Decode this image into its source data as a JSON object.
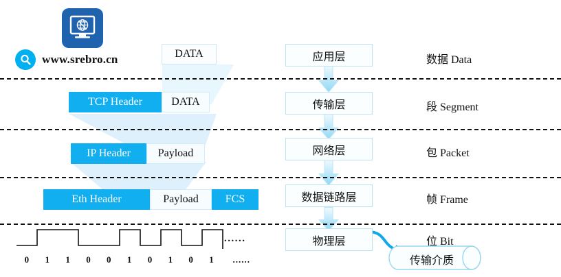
{
  "brand": {
    "site": "www.srebro.cn",
    "logo_icon": "monitor-globe-icon",
    "search_icon": "magnifier-icon",
    "logo_color": "#1f62ad",
    "accent_color": "#00b0f0"
  },
  "colors": {
    "header_fill": "#11aff0",
    "payload_fill": "#f7fcff",
    "box_border": "#bfe2f3",
    "funnel": "#d9eefb",
    "separator": "#111111"
  },
  "pdu_rows": [
    {
      "name": "application-data",
      "segments": [
        {
          "label": "DATA",
          "kind": "plain",
          "width": 80
        }
      ]
    },
    {
      "name": "transport-segment",
      "segments": [
        {
          "label": "TCP Header",
          "kind": "header",
          "width": 135
        },
        {
          "label": "DATA",
          "kind": "payload",
          "width": 70
        }
      ]
    },
    {
      "name": "network-packet",
      "segments": [
        {
          "label": "IP Header",
          "kind": "header",
          "width": 110
        },
        {
          "label": "Payload",
          "kind": "payload",
          "width": 85
        }
      ]
    },
    {
      "name": "datalink-frame",
      "segments": [
        {
          "label": "Eth Header",
          "kind": "header",
          "width": 155
        },
        {
          "label": "Payload",
          "kind": "payload",
          "width": 90
        },
        {
          "label": "FCS",
          "kind": "header",
          "width": 68
        }
      ]
    }
  ],
  "physical": {
    "bits": [
      "0",
      "1",
      "1",
      "0",
      "0",
      "1",
      "0",
      "1",
      "0",
      "1"
    ],
    "bits_ellipsis": "......",
    "wave_ellipsis": "......",
    "waveform_levels": [
      0,
      1,
      1,
      0,
      0,
      1,
      0,
      1,
      0,
      1
    ]
  },
  "layers": [
    {
      "name": "application",
      "label": "应用层",
      "pdu_label": "数据 Data"
    },
    {
      "name": "transport",
      "label": "传输层",
      "pdu_label": "段 Segment"
    },
    {
      "name": "network",
      "label": "网络层",
      "pdu_label": "包 Packet"
    },
    {
      "name": "datalink",
      "label": "数据链路层",
      "pdu_label": "帧 Frame"
    },
    {
      "name": "physical",
      "label": "物理层",
      "pdu_label": "位 Bit"
    }
  ],
  "medium": {
    "label": "传输介质"
  }
}
